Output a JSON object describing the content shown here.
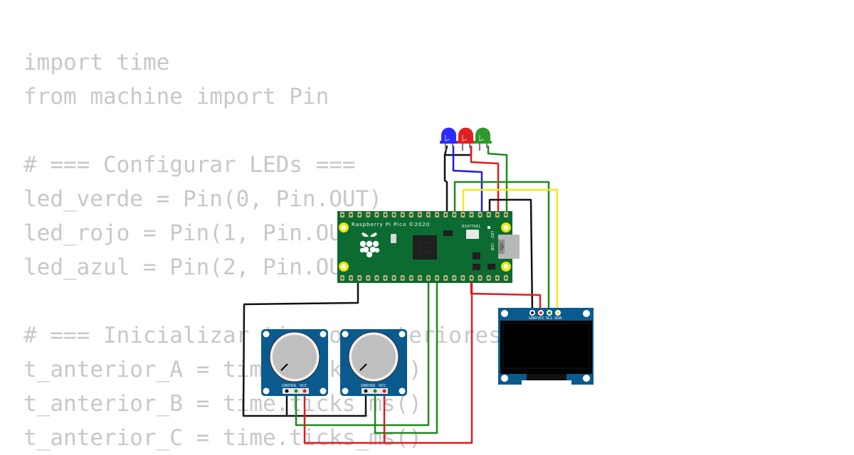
{
  "code": {
    "lines": [
      "import time",
      "from machine import Pin",
      "",
      "# === Configurar LEDs ===",
      "led_verde = Pin(0, Pin.OUT)",
      "led_rojo = Pin(1, Pin.OUT)",
      "led_azul = Pin(2, Pin.OUT)",
      "",
      "# === Inicializar tiempos anteriores ===",
      "t_anterior_A = time.ticks_ms()",
      "t_anterior_B = time.ticks_ms()",
      "t_anterior_C = time.ticks_ms()"
    ]
  },
  "board": {
    "name": "Raspberry Pi Pico ©2020",
    "bootsel_label": "BOOTSEL",
    "led_label": "LED",
    "usb_label": "USB"
  },
  "oled": {
    "pins": [
      "GND",
      "VCC",
      "SCL",
      "SDA"
    ]
  },
  "pot_pins": [
    "GND",
    "SIG",
    "VCC"
  ],
  "colors": {
    "code_text": "#c8c8c8",
    "pcb_green": "#0c6b31",
    "module_blue": "#0b5a8e",
    "wire_black": "#111111",
    "wire_red": "#e21b1b",
    "wire_green": "#1d8a1d",
    "wire_blue": "#1f1fd6",
    "wire_yellow": "#f3ea1a",
    "led_blue": "#2b2bff",
    "led_red": "#e02020",
    "led_green": "#2e9a2e"
  }
}
